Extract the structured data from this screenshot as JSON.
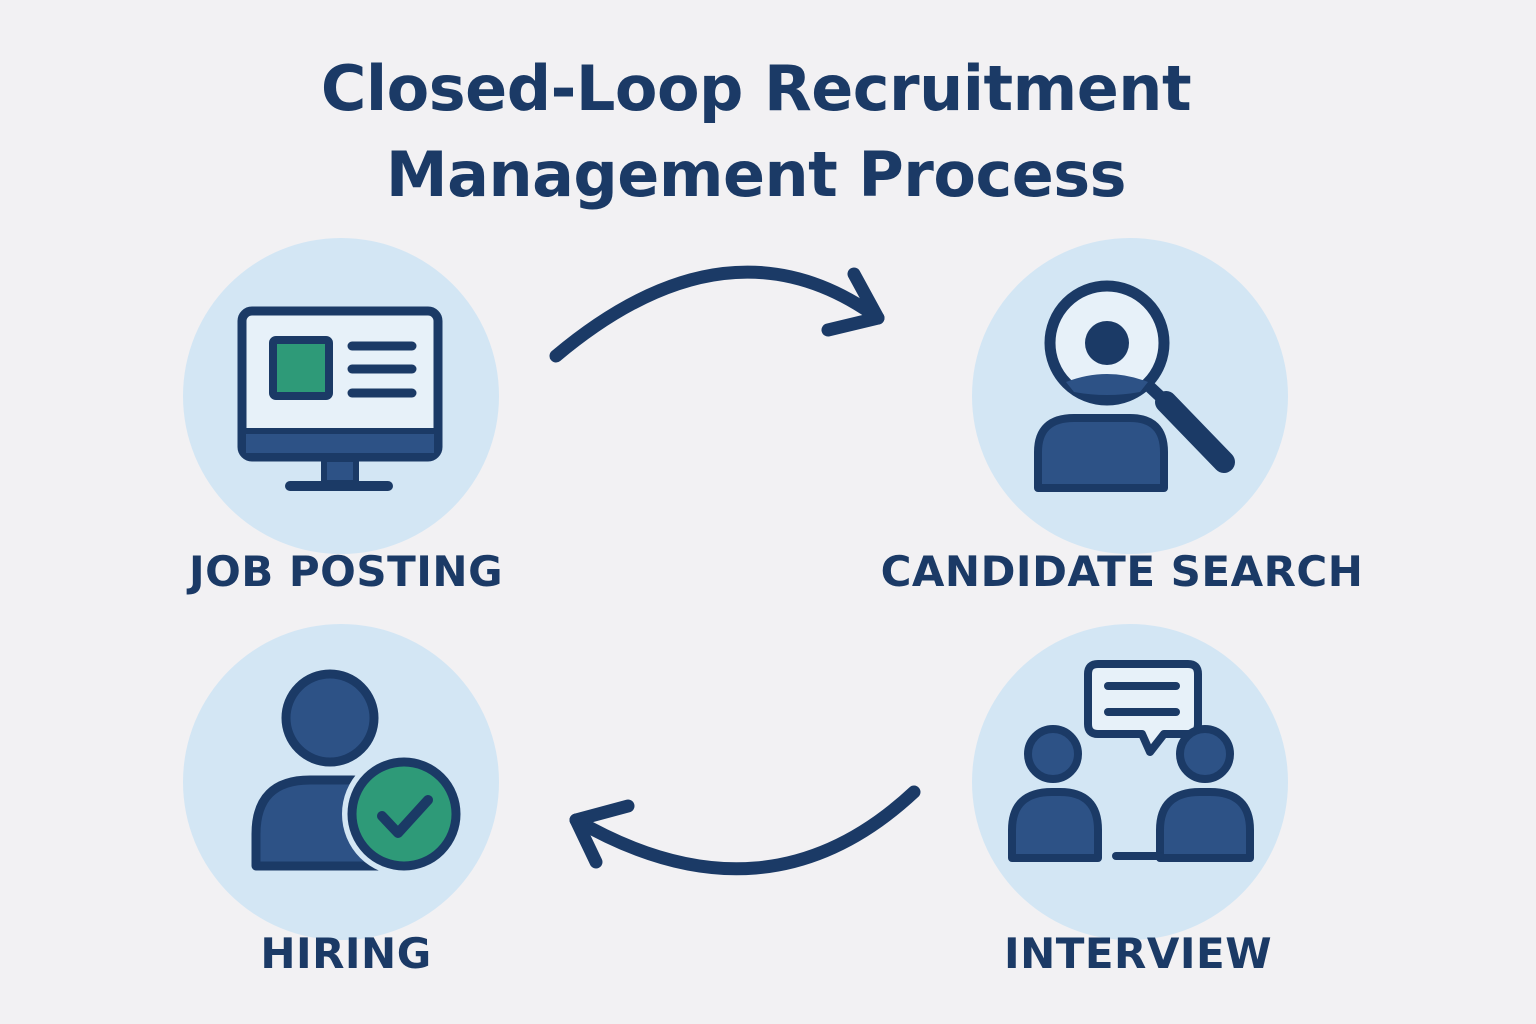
{
  "title": {
    "line1": "Closed-Loop Recruitment",
    "line2": "Management Process"
  },
  "stages": [
    {
      "label": "JOB POSTING",
      "icon": "computer-monitor-icon"
    },
    {
      "label": "CANDIDATE SEARCH",
      "icon": "magnifier-person-icon"
    },
    {
      "label": "INTERVIEW",
      "icon": "two-people-chat-icon"
    },
    {
      "label": "HIRING",
      "icon": "person-checkmark-icon"
    }
  ],
  "colors": {
    "background": "#f2f1f3",
    "circle": "#d3e6f4",
    "navy": "#1b3a66",
    "fill_blue": "#2d5286",
    "accent_green": "#2e9a78",
    "screen_light": "#e7f1f9"
  }
}
